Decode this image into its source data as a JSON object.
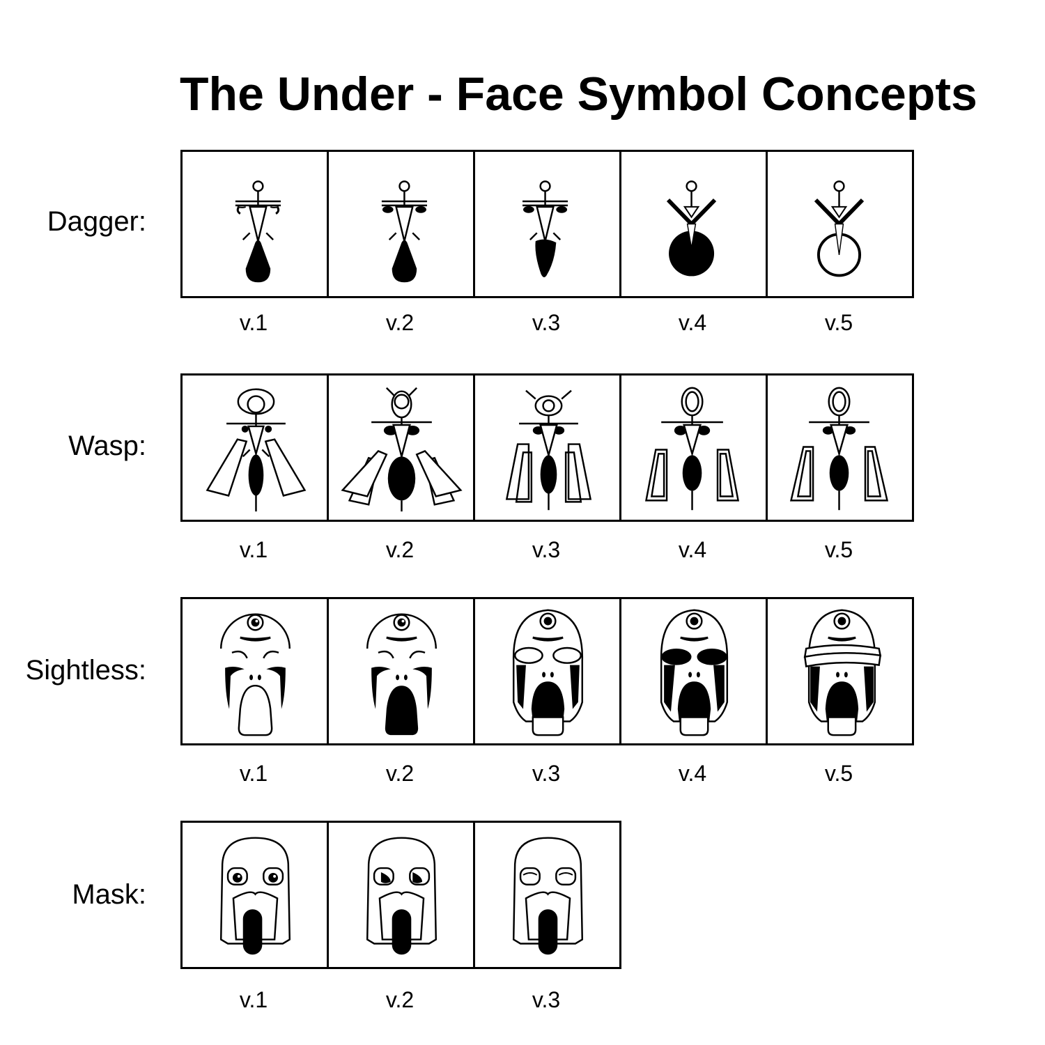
{
  "title": "The Under - Face Symbol Concepts",
  "rows": [
    {
      "label": "Dagger:",
      "symbol": "dagger",
      "versions": [
        "v.1",
        "v.2",
        "v.3",
        "v.4",
        "v.5"
      ]
    },
    {
      "label": "Wasp:",
      "symbol": "wasp",
      "versions": [
        "v.1",
        "v.2",
        "v.3",
        "v.4",
        "v.5"
      ]
    },
    {
      "label": "Sightless:",
      "symbol": "sightless",
      "versions": [
        "v.1",
        "v.2",
        "v.3",
        "v.4",
        "v.5"
      ]
    },
    {
      "label": "Mask:",
      "symbol": "mask",
      "versions": [
        "v.1",
        "v.2",
        "v.3"
      ]
    }
  ],
  "colors": {
    "ink": "#000000",
    "background": "#ffffff"
  }
}
